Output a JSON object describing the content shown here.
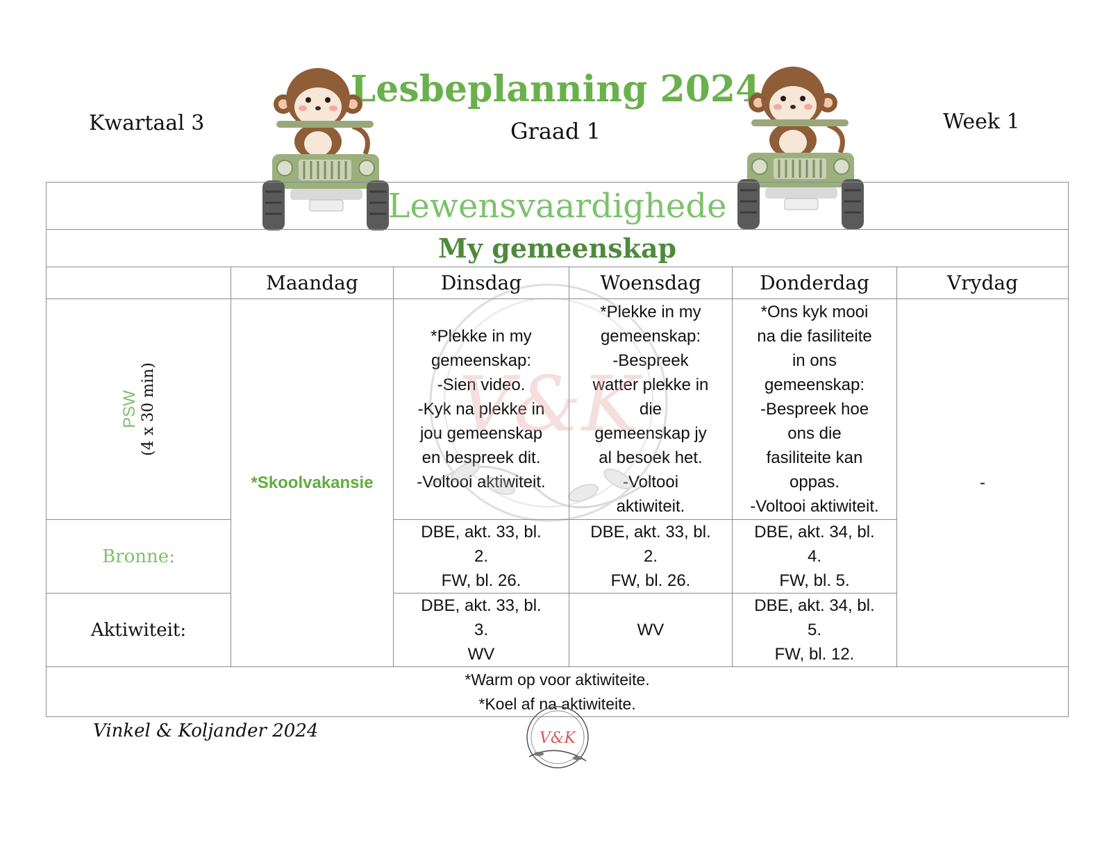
{
  "header": {
    "term": "Kwartaal 3",
    "week": "Week 1",
    "title": "Lesbeplanning 2024",
    "grade": "Graad 1"
  },
  "table": {
    "subject": "Lewensvaardighede",
    "theme": "My gemeenskap",
    "days": [
      "Maandag",
      "Dinsdag",
      "Woensdag",
      "Donderdag",
      "Vrydag"
    ],
    "psw_label": "PSW",
    "psw_duration": "(4 x 30 min)",
    "bronne_label": "Bronne:",
    "aktiwiteit_label": "Aktiwiteit:",
    "monday": "*Skoolvakansie",
    "lessons": {
      "dinsdag": "*Plekke in my\ngemeenskap:\n-Sien video.\n-Kyk na plekke in\njou gemeenskap\nen bespreek dit.\n-Voltooi aktiwiteit.",
      "woensdag": "*Plekke in my\ngemeenskap:\n-Bespreek\nwatter plekke in\ndie\ngemeenskap jy\nal besoek het.\n-Voltooi\naktiwiteit.",
      "donderdag": "*Ons kyk mooi\nna die fasiliteite\nin ons\ngemeenskap:\n-Bespreek hoe\nons die\nfasiliteite kan\noppas.\n-Voltooi aktiwiteit.",
      "vrydag": "-"
    },
    "bronne": {
      "dinsdag": "DBE, akt. 33, bl.\n2.\nFW, bl. 26.",
      "woensdag": "DBE, akt. 33, bl.\n2.\nFW, bl. 26.",
      "donderdag": "DBE, akt. 34, bl.\n4.\nFW, bl. 5."
    },
    "aktiwiteit": {
      "dinsdag": "DBE, akt. 33, bl.\n3.\nWV",
      "woensdag": "WV",
      "donderdag": "DBE, akt. 34, bl.\n5.\nFW, bl. 12."
    },
    "notes": [
      "*Warm op voor aktiwiteite.",
      "*Koel af na aktiwiteite."
    ]
  },
  "footer": {
    "credit": "Vinkel & Koljander 2024",
    "logo_text": "V&K"
  },
  "colors": {
    "accent_green": "#6ab04c",
    "light_green": "#7cc26a",
    "dark_green": "#4e8a3c",
    "grid": "#8c8c8c"
  }
}
